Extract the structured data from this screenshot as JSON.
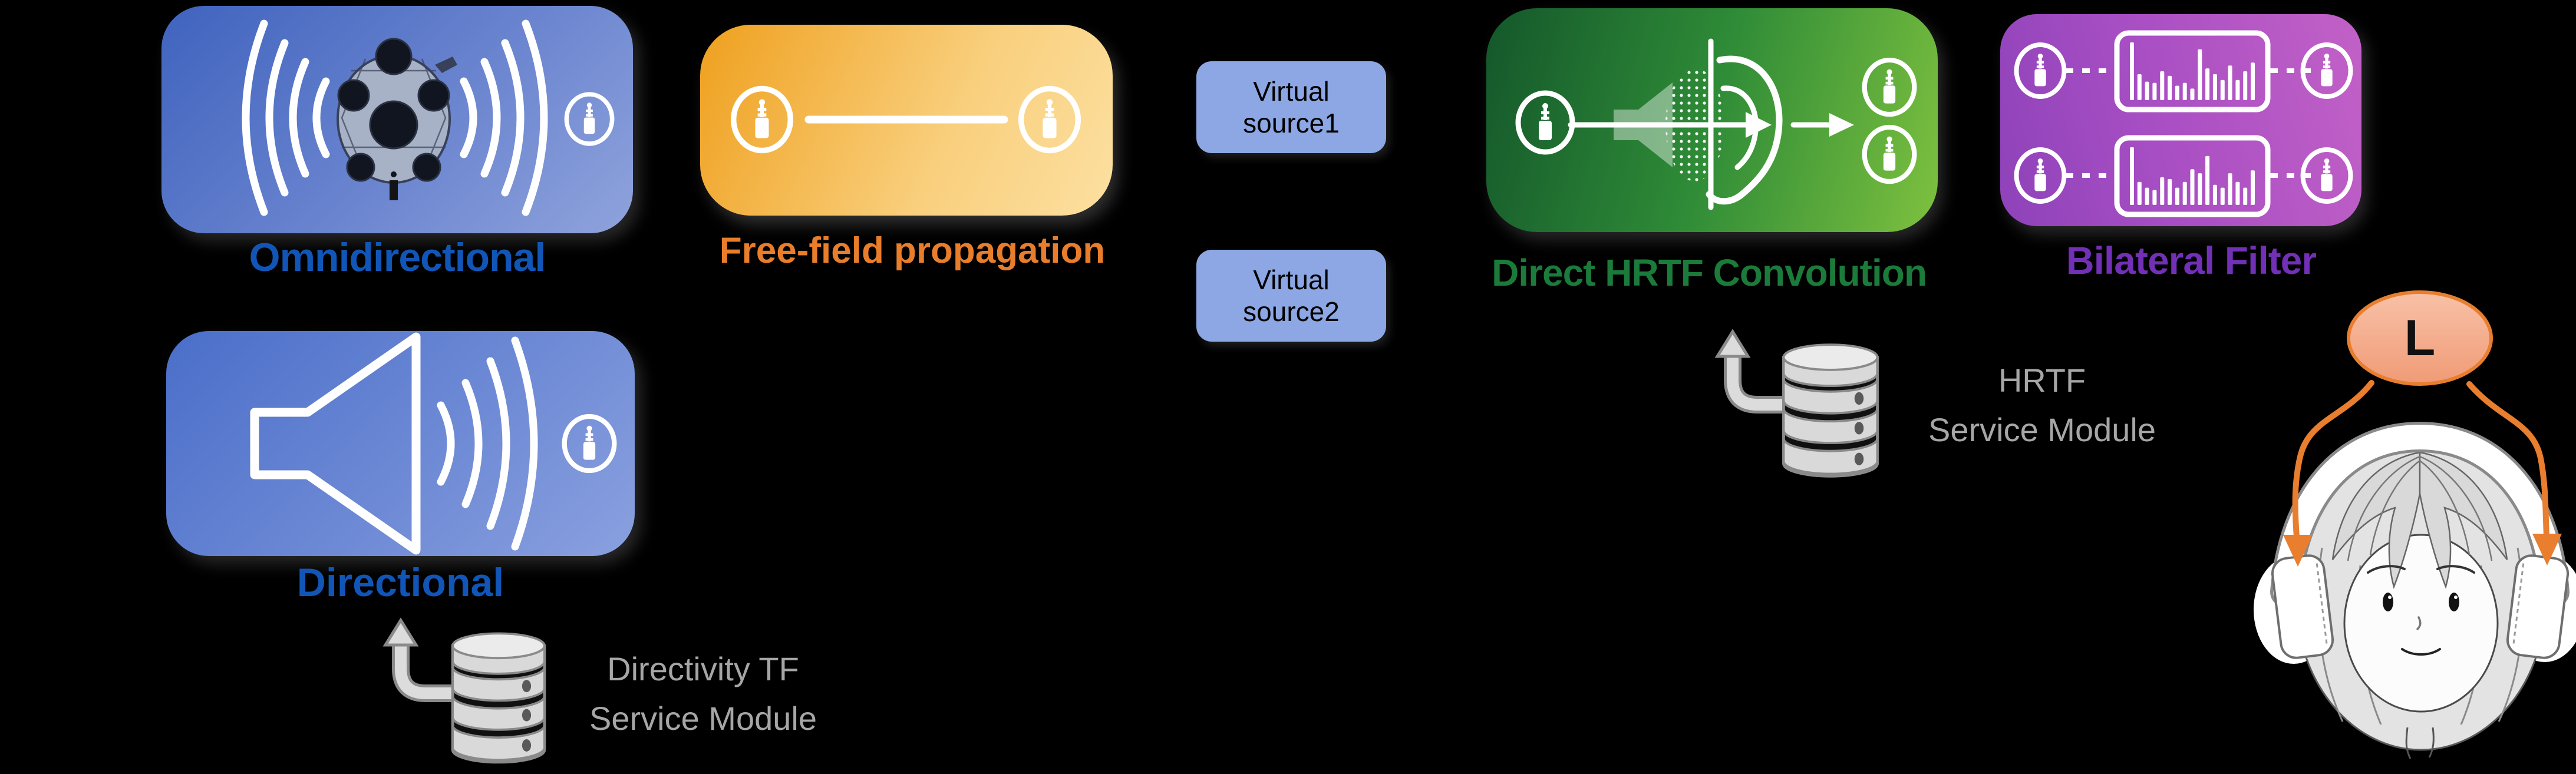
{
  "figure": {
    "background_color": "#000000",
    "kind": "spatial-audio rendering pipeline diagram"
  },
  "source_modules": {
    "omnidirectional": {
      "label": "Omnidirectional",
      "label_color": "#1156B6",
      "box_gradient": [
        "#3F63BE",
        "#8FA3DC"
      ],
      "icons": [
        "sound-waves-icon",
        "spherical-speaker-icon",
        "audio-jack-icon"
      ]
    },
    "directional": {
      "label": "Directional",
      "label_color": "#1156B6",
      "box_gradient": [
        "#4A6EC9",
        "#8AA0DF"
      ],
      "icons": [
        "loudspeaker-icon",
        "sound-waves-icon",
        "audio-jack-icon"
      ]
    }
  },
  "propagation_module": {
    "label": "Free-field propagation",
    "label_color": "#E87D2B",
    "box_gradient": [
      "#EFA01E",
      "#FCE0A1"
    ],
    "icons": [
      "audio-jack-icon",
      "connection-line",
      "audio-jack-icon"
    ]
  },
  "virtual_sources": {
    "source1_label": "Virtual\nsource1",
    "source2_label": "Virtual\nsource2",
    "box_color": "#8CA7E3",
    "text_color": "#000000"
  },
  "renderer_modules": {
    "direct_hrtf_convolution": {
      "label": "Direct HRTF Convolution",
      "label_color": "#1B7B3A",
      "box_gradient": [
        "#14572B",
        "#7EC13F"
      ],
      "icons": [
        "audio-jack-icon",
        "ear-convolution-icon",
        "right-arrow-icon",
        "audio-jack-icon",
        "audio-jack-icon"
      ]
    },
    "bilateral_filter": {
      "label": "Bilateral Filter",
      "label_color": "#7130B5",
      "box_gradient": [
        "#8E42B9",
        "#C261C6"
      ],
      "icons": [
        "audio-jack-icon",
        "equalizer-icon",
        "audio-jack-icon",
        "audio-jack-icon",
        "equalizer-icon",
        "audio-jack-icon"
      ]
    }
  },
  "service_modules": {
    "hrtf": {
      "line1": "HRTF",
      "line2": "Service Module",
      "text_color": "#A6A6A6",
      "icons": [
        "load-arrow-icon",
        "database-icon"
      ]
    },
    "directivity": {
      "line1": "Directivity TF",
      "line2": "Service Module",
      "text_color": "#A6A6A6",
      "icons": [
        "load-arrow-icon",
        "database-icon"
      ]
    }
  },
  "listener": {
    "channel_label": "L",
    "bubble_fill": "#F5AF92",
    "bubble_stroke": "#E87E2E",
    "arrow_color": "#E87E2E",
    "icons": [
      "headphones-icon",
      "listener-head-icon"
    ]
  },
  "icons": {
    "equalizer": {
      "bar_heights_top": [
        1.0,
        0.45,
        0.32,
        0.3,
        0.5,
        0.42,
        0.25,
        0.3,
        0.2,
        0.88,
        0.55,
        0.45,
        0.35,
        0.6,
        0.35,
        0.5,
        0.65
      ],
      "bar_heights_bottom": [
        1.0,
        0.4,
        0.3,
        0.26,
        0.48,
        0.45,
        0.3,
        0.4,
        0.62,
        0.55,
        0.85,
        0.35,
        0.3,
        0.55,
        0.4,
        0.3,
        0.6
      ]
    }
  }
}
